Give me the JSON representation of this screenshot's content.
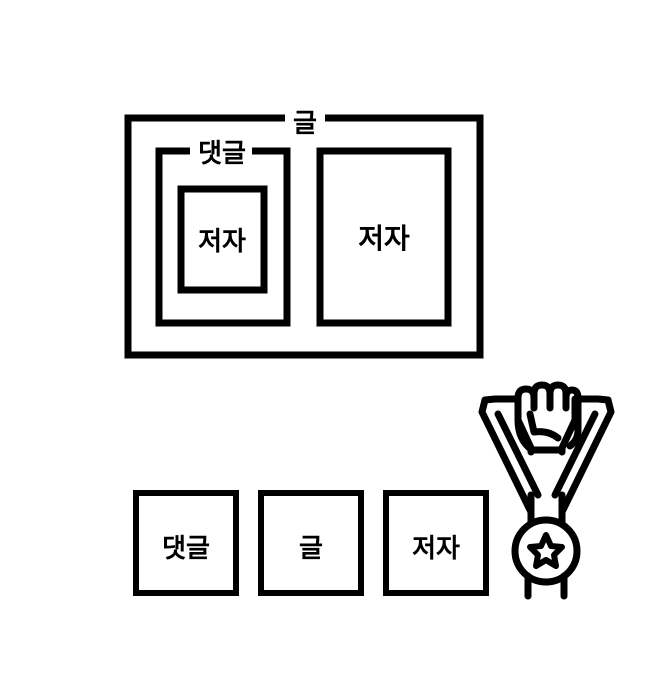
{
  "colors": {
    "stroke": "#000000",
    "background": "#ffffff"
  },
  "diagram": {
    "outer_box": {
      "label": "글"
    },
    "comment_box": {
      "label": "댓글"
    },
    "comment_author_box": {
      "label": "저자"
    },
    "post_author_box": {
      "label": "저자"
    }
  },
  "legend_boxes": [
    {
      "label": "댓글"
    },
    {
      "label": "글"
    },
    {
      "label": "저자"
    }
  ],
  "icons": {
    "medal": "medal-with-raised-fist-icon"
  }
}
